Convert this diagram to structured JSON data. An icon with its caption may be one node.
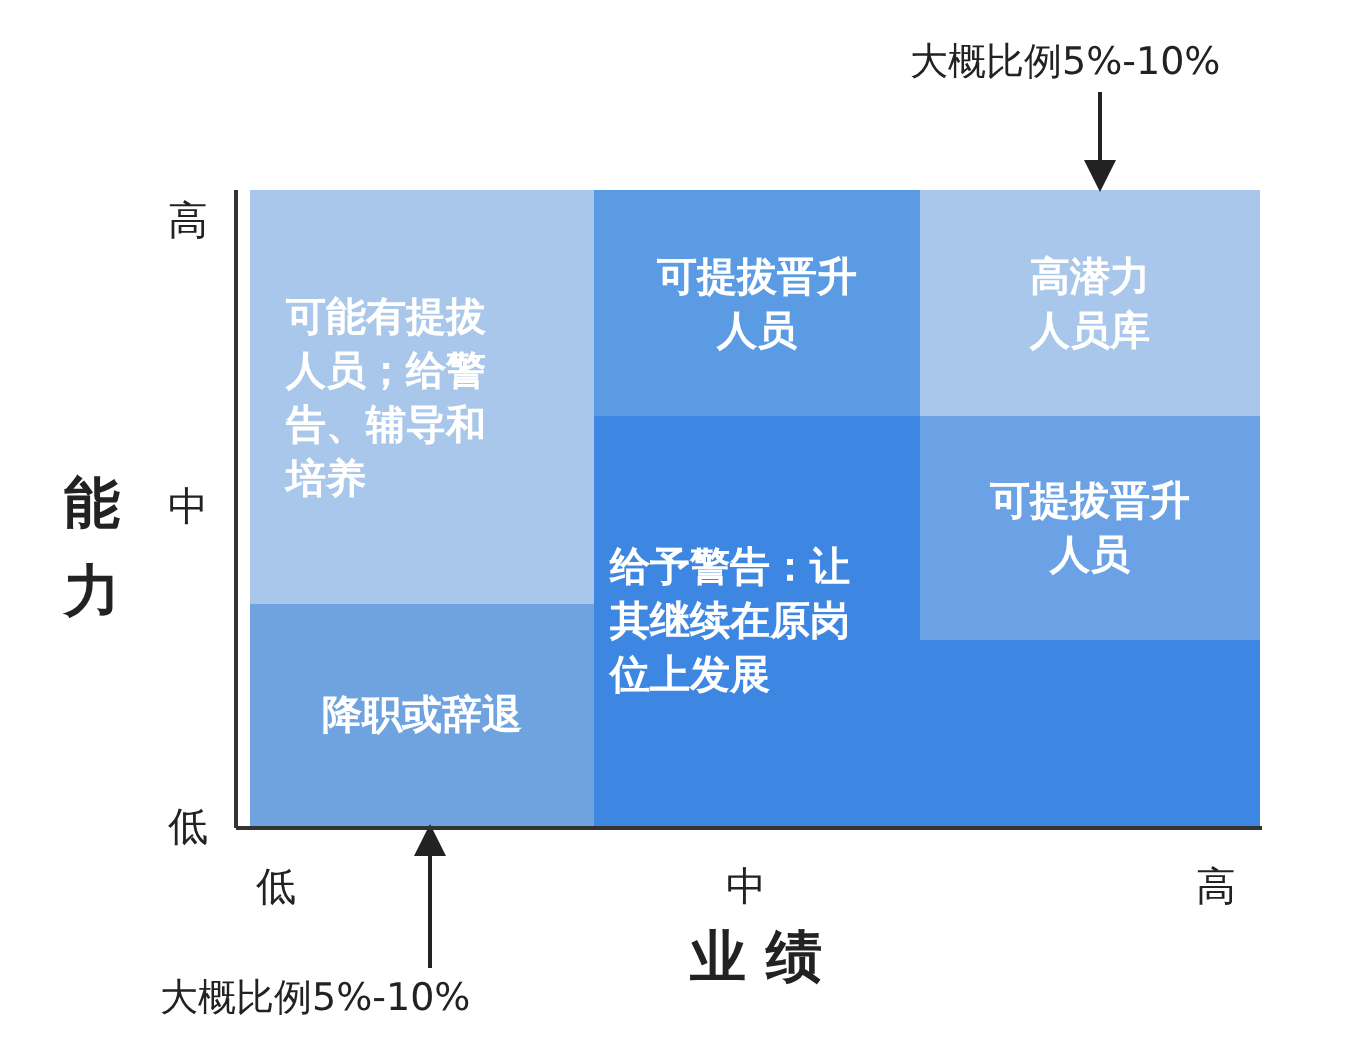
{
  "diagram": {
    "nodes": [
      {
        "text": [
          "大概比例5%-10%"
        ]
      },
      {
        "text": [
          "可能有提拔人员；给警告、辅导和培养"
        ]
      },
      {
        "text": [
          "可提拔晋升人员"
        ]
      },
      {
        "text": [
          "高潜力人员库"
        ]
      },
      {
        "text": [
          "给予警告：让其继续在原岗位上发展"
        ]
      },
      {
        "text": [
          "可提拔晋升人员"
        ]
      },
      {
        "text": [
          "降职或辞退"
        ]
      },
      {
        "text": [],
        "shape": "box"
      },
      {
        "text": [
          "大概比例5%-10%"
        ]
      }
    ],
    "edges": [
      {
        "from": 0,
        "to": 3,
        "arrow": "to"
      },
      {
        "from": 8,
        "to": 6,
        "arrow": "to"
      }
    ],
    "labels": [
      "高",
      "中",
      "能力",
      "低",
      "低",
      "中",
      "高",
      "业绩"
    ]
  }
}
